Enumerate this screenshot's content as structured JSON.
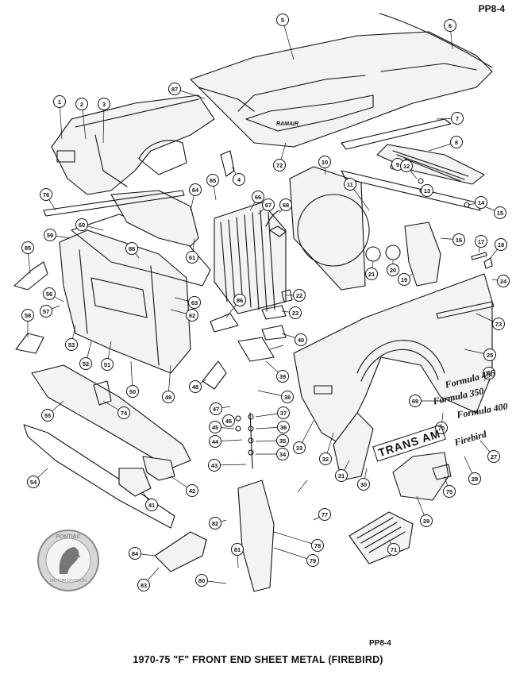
{
  "plate_number_top": "PP8-4",
  "plate_number_bottom": "PP8-4",
  "caption": "1970-75 \"F\" FRONT END SHEET METAL (FIREBIRD)",
  "hood_script": "RAMAIR",
  "emblems": {
    "trans_am": "TRANS AM",
    "formula_350": "Formula 350",
    "formula_455": "Formula 455",
    "formula_400": "Formula 400",
    "firebird": "Firebird"
  },
  "logo_text_top": "PONTIAC",
  "logo_text_bottom": "MOTOR DIVISION",
  "callouts": [
    "1",
    "2",
    "3",
    "4",
    "5",
    "6",
    "7",
    "8",
    "9",
    "10",
    "11",
    "12",
    "13",
    "14",
    "15",
    "16",
    "17",
    "18",
    "19",
    "20",
    "21",
    "22",
    "23",
    "24",
    "25",
    "26",
    "27",
    "28",
    "29",
    "30",
    "31",
    "32",
    "33",
    "34",
    "35",
    "36",
    "37",
    "38",
    "39",
    "40",
    "41",
    "42",
    "43",
    "44",
    "45",
    "46",
    "47",
    "48",
    "49",
    "50",
    "51",
    "52",
    "53",
    "54",
    "55",
    "56",
    "57",
    "58",
    "59",
    "60",
    "61",
    "62",
    "63",
    "64",
    "65",
    "66",
    "67",
    "68",
    "69",
    "70",
    "71",
    "72",
    "73",
    "74",
    "75",
    "76",
    "77",
    "78",
    "79",
    "80",
    "81",
    "82",
    "83",
    "84",
    "85",
    "86",
    "87",
    "88"
  ]
}
